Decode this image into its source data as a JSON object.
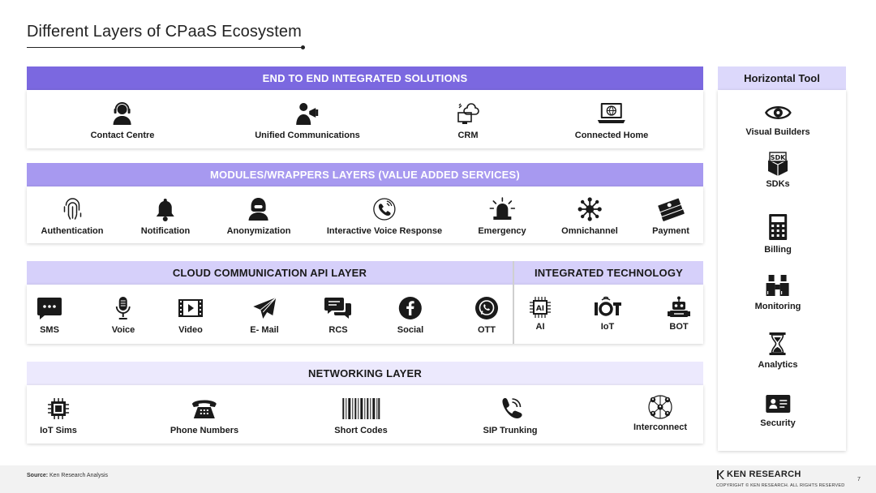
{
  "title": "Different Layers of CPaaS Ecosystem",
  "colors": {
    "band_dark": "#7b68e0",
    "band_mid": "#a799f0",
    "band_light": "#d6d0fa",
    "band_pale": "#ece9fd",
    "side_head": "#dcd8fb"
  },
  "layers": {
    "end_to_end": {
      "header": "END TO END INTEGRATED SOLUTIONS",
      "items": [
        {
          "label": "Contact Centre",
          "icon": "headset-agent-icon"
        },
        {
          "label": "Unified Communications",
          "icon": "person-megaphone-icon"
        },
        {
          "label": "CRM",
          "icon": "cloud-monitor-icon"
        },
        {
          "label": "Connected Home",
          "icon": "laptop-globe-icon"
        }
      ]
    },
    "modules": {
      "header": "MODULES/WRAPPERS LAYERS (VALUE ADDED SERVICES)",
      "items": [
        {
          "label": "Authentication",
          "icon": "fingerprint-icon"
        },
        {
          "label": "Notification",
          "icon": "bell-icon"
        },
        {
          "label": "Anonymization",
          "icon": "hooded-person-icon"
        },
        {
          "label": "Interactive Voice Response",
          "icon": "phone-signal-icon"
        },
        {
          "label": "Emergency",
          "icon": "siren-icon"
        },
        {
          "label": "Omnichannel",
          "icon": "network-hub-icon"
        },
        {
          "label": "Payment",
          "icon": "money-stack-icon"
        }
      ]
    },
    "cloud_api": {
      "header": "CLOUD COMMUNICATION API LAYER",
      "items": [
        {
          "label": "SMS",
          "icon": "chat-bubble-icon"
        },
        {
          "label": "Voice",
          "icon": "microphone-icon"
        },
        {
          "label": "Video",
          "icon": "video-film-icon"
        },
        {
          "label": "E- Mail",
          "icon": "paper-plane-icon"
        },
        {
          "label": "RCS",
          "icon": "chat-bubbles-icon"
        },
        {
          "label": "Social",
          "icon": "facebook-icon"
        },
        {
          "label": "OTT",
          "icon": "whatsapp-icon"
        }
      ]
    },
    "integrated_tech": {
      "header": "INTEGRATED TECHNOLOGY",
      "items": [
        {
          "label": "AI",
          "icon": "ai-chip-icon"
        },
        {
          "label": "IoT",
          "icon": "iot-icon"
        },
        {
          "label": "BOT",
          "icon": "robot-icon"
        }
      ]
    },
    "networking": {
      "header": "NETWORKING LAYER",
      "items": [
        {
          "label": "IoT Sims",
          "icon": "chip-icon"
        },
        {
          "label": "Phone Numbers",
          "icon": "desk-phone-icon"
        },
        {
          "label": "Short Codes",
          "icon": "barcode-icon"
        },
        {
          "label": "SIP Trunking",
          "icon": "phone-handset-icon"
        },
        {
          "label": "Interconnect",
          "icon": "people-network-icon"
        }
      ]
    }
  },
  "horizontal_tool": {
    "header": "Horizontal Tool",
    "items": [
      {
        "label": "Visual Builders",
        "icon": "eye-icon"
      },
      {
        "label": "SDKs",
        "icon": "sdk-box-icon"
      },
      {
        "label": "Billing",
        "icon": "calculator-icon"
      },
      {
        "label": "Monitoring",
        "icon": "binoculars-icon"
      },
      {
        "label": "Analytics",
        "icon": "hourglass-icon"
      },
      {
        "label": "Security",
        "icon": "id-card-icon"
      }
    ]
  },
  "footer": {
    "source_label": "Source:",
    "source_text": "Ken Research Analysis",
    "brand": "KEN RESEARCH",
    "copyright": "COPYRIGHT © KEN RESEARCH. ALL RIGHTS RESERVED",
    "page_number": "7"
  }
}
